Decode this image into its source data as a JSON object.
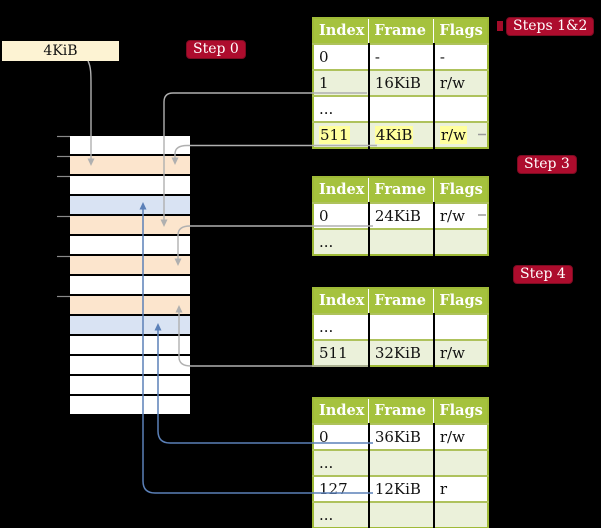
{
  "page_box": {
    "label": "4KiB"
  },
  "step_labels": {
    "steps_1_2": "Steps 1&2",
    "step_0": "Step 0",
    "step_3": "Step 3",
    "step_4": "Step 4"
  },
  "tables": [
    {
      "headers": [
        "Index",
        "Frame",
        "Flags"
      ],
      "rows": [
        {
          "cells": [
            "0",
            "-",
            "-"
          ]
        },
        {
          "cells": [
            "1",
            "16KiB",
            "r/w"
          ]
        },
        {
          "cells": [
            "...",
            "",
            ""
          ]
        },
        {
          "cells": [
            "511",
            "4KiB",
            "r/w"
          ],
          "highlight": true
        }
      ]
    },
    {
      "headers": [
        "Index",
        "Frame",
        "Flags"
      ],
      "rows": [
        {
          "cells": [
            "0",
            "24KiB",
            "r/w"
          ]
        },
        {
          "cells": [
            "...",
            "",
            ""
          ]
        }
      ]
    },
    {
      "headers": [
        "Index",
        "Frame",
        "Flags"
      ],
      "rows": [
        {
          "cells": [
            "...",
            "",
            ""
          ]
        },
        {
          "cells": [
            "511",
            "32KiB",
            "r/w"
          ]
        }
      ]
    },
    {
      "headers": [
        "Index",
        "Frame",
        "Flags"
      ],
      "rows": [
        {
          "cells": [
            "0",
            "36KiB",
            "r/w"
          ]
        },
        {
          "cells": [
            "...",
            "",
            ""
          ]
        },
        {
          "cells": [
            "127",
            "12KiB",
            "r"
          ]
        },
        {
          "cells": [
            "...",
            "",
            ""
          ]
        }
      ]
    }
  ],
  "memory_column": {
    "row_colors": [
      "white",
      "peach",
      "white",
      "blue",
      "peach",
      "white",
      "peach",
      "white",
      "peach",
      "blue",
      "white",
      "white",
      "white",
      "white"
    ]
  },
  "arrows": [
    {
      "name": "page-box-to-frame-4kib",
      "color": "gray"
    },
    {
      "name": "table1-index1-to-frame-16kib",
      "color": "gray"
    },
    {
      "name": "table1-index511-to-frame-4kib",
      "color": "gray"
    },
    {
      "name": "table2-index0-to-frame-24kib",
      "color": "gray"
    },
    {
      "name": "table3-index511-to-frame-32kib",
      "color": "gray"
    },
    {
      "name": "table4-index0-to-frame-36kib",
      "color": "blue"
    },
    {
      "name": "table4-index127-to-frame-12kib",
      "color": "blue"
    }
  ],
  "colors": {
    "background": "#000000",
    "label_crimson": "#ad0c2d",
    "table_header_green": "#a5c23d",
    "table_row_green": "#ebf1da",
    "highlight_yellow": "#ffff9e",
    "page_box_cream": "#fdf3d3",
    "frame_peach": "#fce5cd",
    "frame_blue": "#d9e3f3",
    "arrow_gray": "#b0b0b0",
    "arrow_blue": "#5b80b8"
  }
}
